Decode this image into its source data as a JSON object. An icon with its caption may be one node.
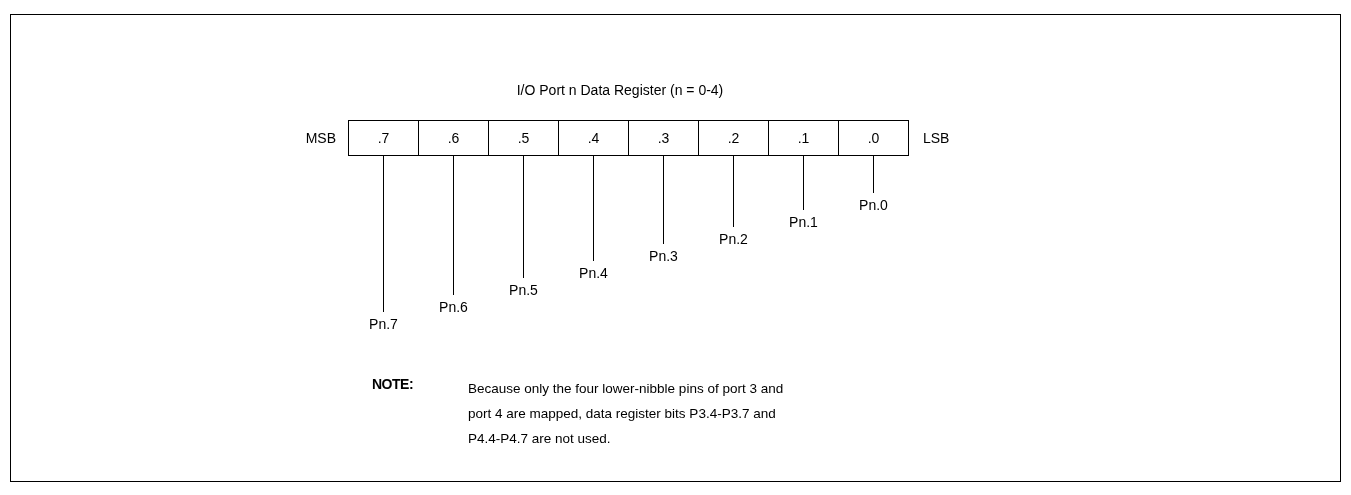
{
  "diagram": {
    "title": "I/O Port n Data Register (n = 0-4)",
    "nodes": [
      {
        "text": [
          ".7"
        ]
      },
      {
        "text": [
          ".6"
        ]
      },
      {
        "text": [
          ".5"
        ]
      },
      {
        "text": [
          ".4"
        ]
      },
      {
        "text": [
          ".3"
        ]
      },
      {
        "text": [
          ".2"
        ]
      },
      {
        "text": [
          ".1"
        ]
      },
      {
        "text": [
          ".0"
        ]
      },
      {
        "text": [
          "Pn.7"
        ]
      },
      {
        "text": [
          "Pn.6"
        ]
      },
      {
        "text": [
          "Pn.5"
        ]
      },
      {
        "text": [
          "Pn.4"
        ]
      },
      {
        "text": [
          "Pn.3"
        ]
      },
      {
        "text": [
          "Pn.2"
        ]
      },
      {
        "text": [
          "Pn.1"
        ]
      },
      {
        "text": [
          "Pn.0"
        ]
      }
    ],
    "edges": [
      {
        "from": 0,
        "to": 8,
        "arrow": "none"
      },
      {
        "from": 1,
        "to": 9,
        "arrow": "none"
      },
      {
        "from": 2,
        "to": 10,
        "arrow": "none"
      },
      {
        "from": 3,
        "to": 11,
        "arrow": "none"
      },
      {
        "from": 4,
        "to": 12,
        "arrow": "none"
      },
      {
        "from": 5,
        "to": 13,
        "arrow": "none"
      },
      {
        "from": 6,
        "to": 14,
        "arrow": "none"
      },
      {
        "from": 7,
        "to": 15,
        "arrow": "none"
      }
    ],
    "labels": [
      "MSB",
      "LSB",
      "NOTE:",
      "Because only the four lower-nibble pins of port 3 and port 4 are mapped, data register bits P3.4-P3.7 and P4.4-P4.7 are not used."
    ]
  }
}
